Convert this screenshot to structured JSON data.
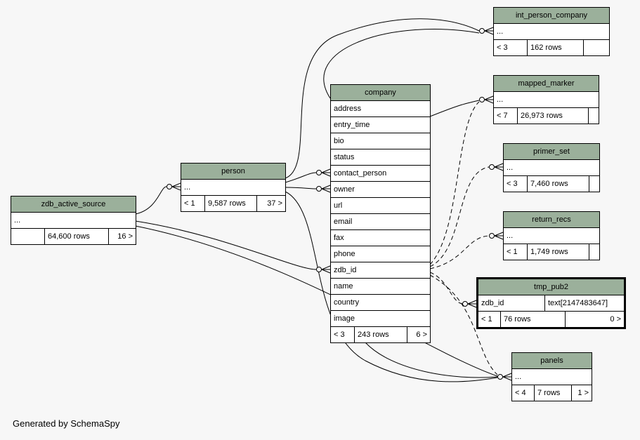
{
  "page": {
    "footer_text": "Generated by SchemaSpy"
  },
  "colors": {
    "background": "#F7F7F7",
    "table_header": "#9BB09B",
    "column_highlight_yellow": "#F5F7D7",
    "column_highlight_green": "#CBD8C3",
    "line": "#000000"
  },
  "tables": {
    "zdb_active_source": {
      "title": "zdb_active_source",
      "rows": [
        "..."
      ],
      "stats": {
        "left": "",
        "mid": "64,600 rows",
        "right": "16 >"
      }
    },
    "person": {
      "title": "person",
      "rows": [
        "..."
      ],
      "stats": {
        "left": "< 1",
        "mid": "9,587 rows",
        "right": "37 >"
      }
    },
    "company": {
      "title": "company",
      "columns": [
        "address",
        "entry_time",
        "bio",
        "status",
        "contact_person",
        "owner",
        "url",
        "email",
        "fax",
        "phone",
        "zdb_id",
        "name",
        "country",
        "image"
      ],
      "stats": {
        "left": "< 3",
        "mid": "243 rows",
        "right": "6 >"
      }
    },
    "int_person_company": {
      "title": "int_person_company",
      "rows": [
        "..."
      ],
      "stats": {
        "left": "< 3",
        "mid": "162 rows",
        "right": ""
      }
    },
    "mapped_marker": {
      "title": "mapped_marker",
      "rows": [
        "..."
      ],
      "stats": {
        "left": "< 7",
        "mid": "26,973 rows",
        "right": ""
      }
    },
    "primer_set": {
      "title": "primer_set",
      "rows": [
        "..."
      ],
      "stats": {
        "left": "< 3",
        "mid": "7,460 rows",
        "right": ""
      }
    },
    "return_recs": {
      "title": "return_recs",
      "rows": [
        "..."
      ],
      "stats": {
        "left": "< 1",
        "mid": "1,749 rows",
        "right": ""
      }
    },
    "tmp_pub2": {
      "title": "tmp_pub2",
      "column": {
        "name": "zdb_id",
        "type": "text[2147483647]"
      },
      "stats": {
        "left": "< 1",
        "mid": "76 rows",
        "right": "0 >"
      }
    },
    "panels": {
      "title": "panels",
      "rows": [
        "..."
      ],
      "stats": {
        "left": "< 4",
        "mid": "7 rows",
        "right": "1 >"
      }
    }
  }
}
